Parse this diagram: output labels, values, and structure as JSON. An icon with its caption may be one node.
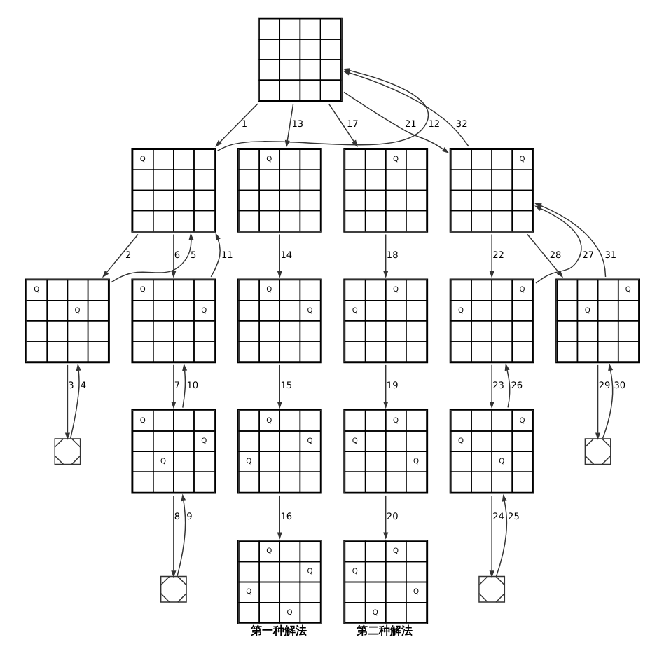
{
  "diagram": {
    "nodes": [
      {
        "text": [],
        "shape": "box"
      },
      {
        "text": [
          "Q"
        ]
      },
      {
        "text": [
          "Q"
        ]
      },
      {
        "text": [
          "Q"
        ]
      },
      {
        "text": [
          "Q"
        ]
      },
      {
        "text": [
          "Q",
          "Q"
        ]
      },
      {
        "text": [
          "Q",
          "Q"
        ]
      },
      {
        "text": [
          "Q",
          "Q"
        ]
      },
      {
        "text": [
          "Q",
          "Q"
        ]
      },
      {
        "text": [
          "Q",
          "Q"
        ]
      },
      {
        "text": [
          "Q",
          "Q"
        ]
      },
      {
        "text": [],
        "shape": "cross"
      },
      {
        "text": [
          "Q",
          "Q",
          "Q"
        ]
      },
      {
        "text": [
          "Q",
          "Q",
          "Q"
        ]
      },
      {
        "text": [
          "Q",
          "Q",
          "Q"
        ]
      },
      {
        "text": [
          "Q",
          "Q",
          "Q"
        ]
      },
      {
        "text": [],
        "shape": "cross"
      },
      {
        "text": [],
        "shape": "cross"
      },
      {
        "text": [
          "Q",
          "Q",
          "Q",
          "Q"
        ],
        "beside": [
          "第一种解法"
        ]
      },
      {
        "text": [
          "Q",
          "Q",
          "Q",
          "Q"
        ],
        "beside": [
          "第二种解法"
        ]
      },
      {
        "text": [],
        "shape": "cross"
      }
    ],
    "edges": [
      {
        "from": 0,
        "to": 1,
        "arrow": "to",
        "label": "1"
      },
      {
        "from": 1,
        "to": 5,
        "arrow": "to",
        "label": "2"
      },
      {
        "from": 5,
        "to": 11,
        "arrow": "to",
        "label": "3"
      },
      {
        "from": 11,
        "to": 5,
        "arrow": "to",
        "label": "4"
      },
      {
        "from": 5,
        "to": 1,
        "arrow": "to",
        "label": "5"
      },
      {
        "from": 1,
        "to": 6,
        "arrow": "to",
        "label": "6"
      },
      {
        "from": 6,
        "to": 12,
        "arrow": "to",
        "label": "7"
      },
      {
        "from": 12,
        "to": 17,
        "arrow": "to",
        "label": "8"
      },
      {
        "from": 17,
        "to": 12,
        "arrow": "to",
        "label": "9"
      },
      {
        "from": 12,
        "to": 6,
        "arrow": "to",
        "label": "10"
      },
      {
        "from": 6,
        "to": 1,
        "arrow": "to",
        "label": "11"
      },
      {
        "from": 1,
        "to": 0,
        "arrow": "to",
        "label": "12"
      },
      {
        "from": 0,
        "to": 2,
        "arrow": "to",
        "label": "13"
      },
      {
        "from": 2,
        "to": 7,
        "arrow": "to",
        "label": "14"
      },
      {
        "from": 7,
        "to": 13,
        "arrow": "to",
        "label": "15"
      },
      {
        "from": 13,
        "to": 18,
        "arrow": "to",
        "label": "16"
      },
      {
        "from": 0,
        "to": 3,
        "arrow": "to",
        "label": "17"
      },
      {
        "from": 3,
        "to": 8,
        "arrow": "to",
        "label": "18"
      },
      {
        "from": 8,
        "to": 14,
        "arrow": "to",
        "label": "19"
      },
      {
        "from": 14,
        "to": 19,
        "arrow": "to",
        "label": "20"
      },
      {
        "from": 0,
        "to": 4,
        "arrow": "to",
        "label": "21"
      },
      {
        "from": 4,
        "to": 9,
        "arrow": "to",
        "label": "22"
      },
      {
        "from": 9,
        "to": 15,
        "arrow": "to",
        "label": "23"
      },
      {
        "from": 15,
        "to": 20,
        "arrow": "to",
        "label": "24"
      },
      {
        "from": 20,
        "to": 15,
        "arrow": "to",
        "label": "25"
      },
      {
        "from": 15,
        "to": 9,
        "arrow": "to",
        "label": "26"
      },
      {
        "from": 9,
        "to": 4,
        "arrow": "to",
        "label": "27"
      },
      {
        "from": 4,
        "to": 10,
        "arrow": "to",
        "label": "28"
      },
      {
        "from": 10,
        "to": 16,
        "arrow": "to",
        "label": "29"
      },
      {
        "from": 16,
        "to": 10,
        "arrow": "to",
        "label": "30"
      },
      {
        "from": 10,
        "to": 4,
        "arrow": "to",
        "label": "31"
      },
      {
        "from": 4,
        "to": 0,
        "arrow": "to",
        "label": "32"
      }
    ]
  }
}
